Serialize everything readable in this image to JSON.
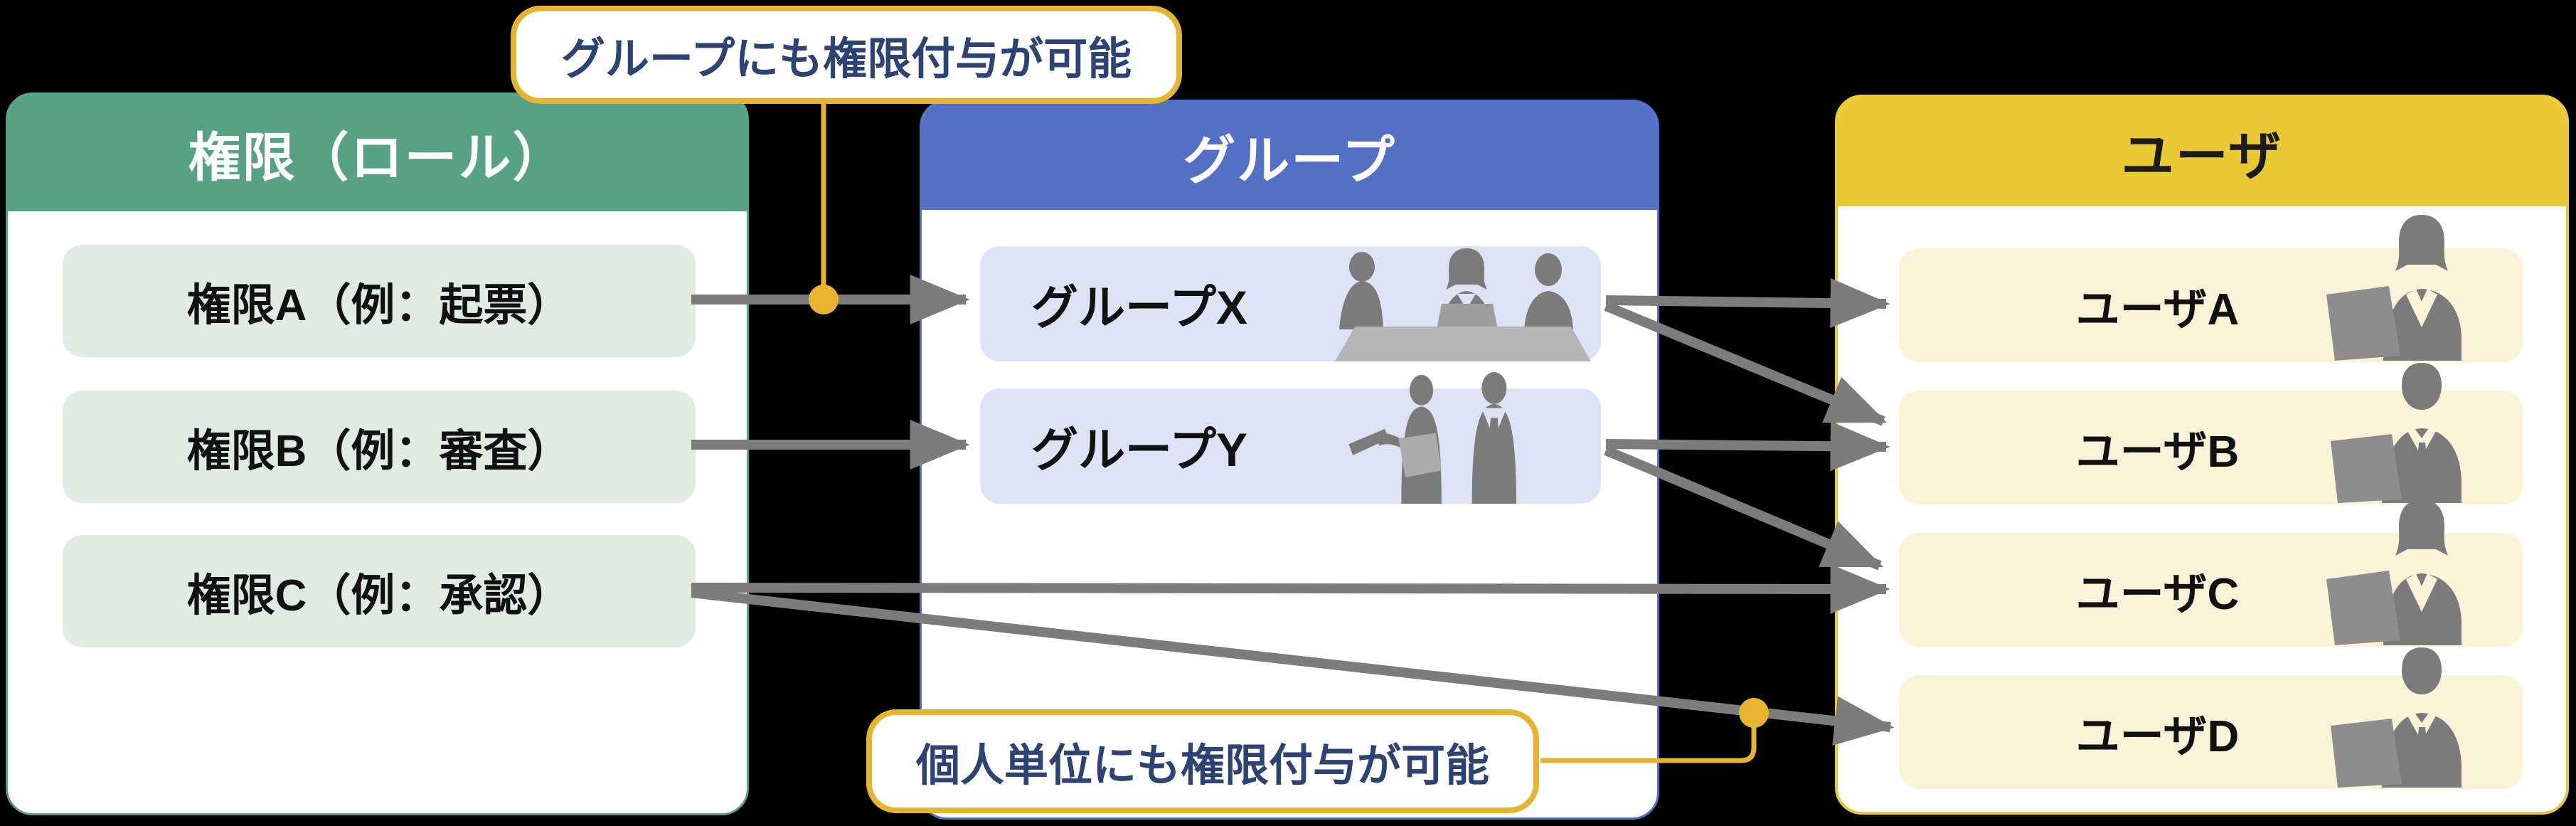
{
  "callouts": {
    "top": {
      "text": "グループにも権限付与が可能"
    },
    "bottom": {
      "text": "個人単位にも権限付与が可能"
    }
  },
  "panels": {
    "roles": {
      "title": "権限（ロール）",
      "rows": [
        {
          "label": "権限A（例：起票）"
        },
        {
          "label": "権限B（例：審査）"
        },
        {
          "label": "権限C（例：承認）"
        }
      ]
    },
    "groups": {
      "title": "グループ",
      "rows": [
        {
          "label": "グループX",
          "icon": "meeting-group-icon"
        },
        {
          "label": "グループY",
          "icon": "standing-group-icon"
        }
      ]
    },
    "users": {
      "title": "ユーザ",
      "rows": [
        {
          "label": "ユーザA",
          "icon": "female-user-icon"
        },
        {
          "label": "ユーザB",
          "icon": "male-user-icon"
        },
        {
          "label": "ユーザC",
          "icon": "female-user-icon"
        },
        {
          "label": "ユーザD",
          "icon": "male-user-icon"
        }
      ]
    }
  },
  "connections": [
    {
      "from": "権限A",
      "to": "グループX"
    },
    {
      "from": "権限B",
      "to": "グループY"
    },
    {
      "from": "グループX",
      "to": "ユーザA"
    },
    {
      "from": "グループX",
      "to": "ユーザB"
    },
    {
      "from": "グループY",
      "to": "ユーザB"
    },
    {
      "from": "グループY",
      "to": "ユーザC"
    },
    {
      "from": "権限C",
      "to": "ユーザC"
    },
    {
      "from": "権限C",
      "to": "ユーザD"
    }
  ],
  "colors": {
    "background": "#000000",
    "roles_header": "#57a284",
    "roles_row": "#e0ebe4",
    "groups_header": "#5470c4",
    "groups_row": "#dde2f4",
    "users_header": "#e9c934",
    "users_row": "#faf3d8",
    "arrow": "#7c7c7c",
    "gold_accent": "#e6b42f",
    "callout_text": "#2d4374",
    "silhouette": "#7b7b7b"
  }
}
